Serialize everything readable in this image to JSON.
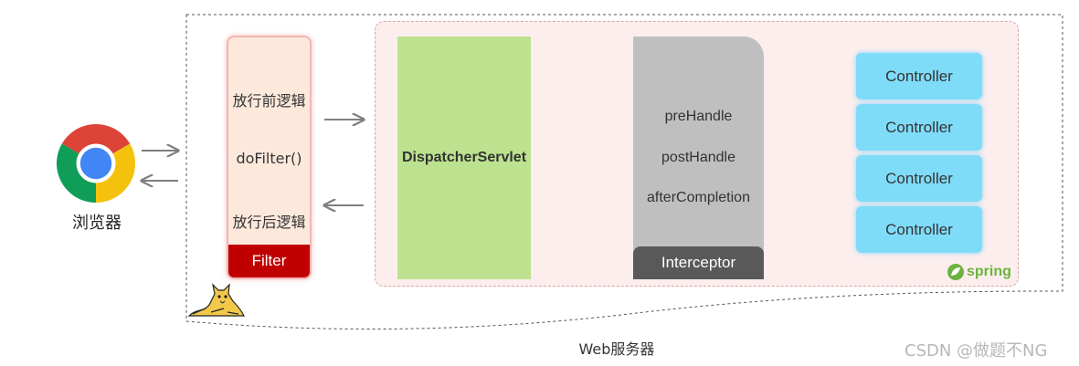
{
  "browser": {
    "label": "浏览器",
    "icon": "chrome-icon"
  },
  "filter": {
    "steps": [
      "放行前逻辑",
      "doFilter()",
      "放行后逻辑"
    ],
    "footer": "Filter"
  },
  "dispatcher": {
    "label": "DispatcherServlet"
  },
  "interceptor": {
    "methods": [
      "preHandle",
      "postHandle",
      "afterCompletion"
    ],
    "footer": "Interceptor"
  },
  "controllers": [
    "Controller",
    "Controller",
    "Controller",
    "Controller"
  ],
  "spring": {
    "logo_text": "spring"
  },
  "server": {
    "label": "Web服务器"
  },
  "watermark": "CSDN @做题不NG",
  "colors": {
    "filter_fill": "#fce9dc",
    "filter_footer": "#c00000",
    "dispatcher_fill": "#bde28f",
    "interceptor_fill": "#bfbfbf",
    "interceptor_footer": "#595959",
    "controller_fill": "#7fdcf9",
    "spring_region": "#fdeeee",
    "spring_brand": "#6db33f"
  }
}
